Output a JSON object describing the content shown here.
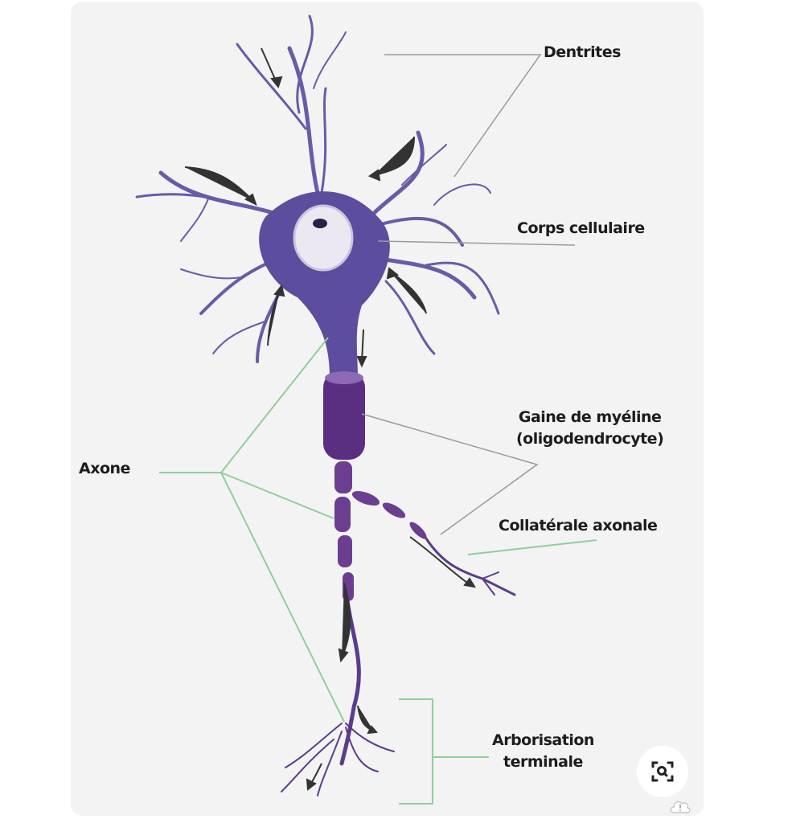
{
  "labels": {
    "dendrites": "Dentrites",
    "cell_body": "Corps cellulaire",
    "myelin_line1": "Gaine de myéline",
    "myelin_line2": "(oligodendrocyte)",
    "axon": "Axone",
    "collateral": "Collatérale axonale",
    "terminal_line1": "Arborisation",
    "terminal_line2": "terminale"
  },
  "colors": {
    "neuron": "#5b4a9a",
    "myelin": "#5a2f82",
    "axon_lines": "#8fcf9a",
    "grey_lines": "#9a9a9a"
  },
  "icons": [
    "visual-search-icon",
    "cloud-alert-icon"
  ]
}
